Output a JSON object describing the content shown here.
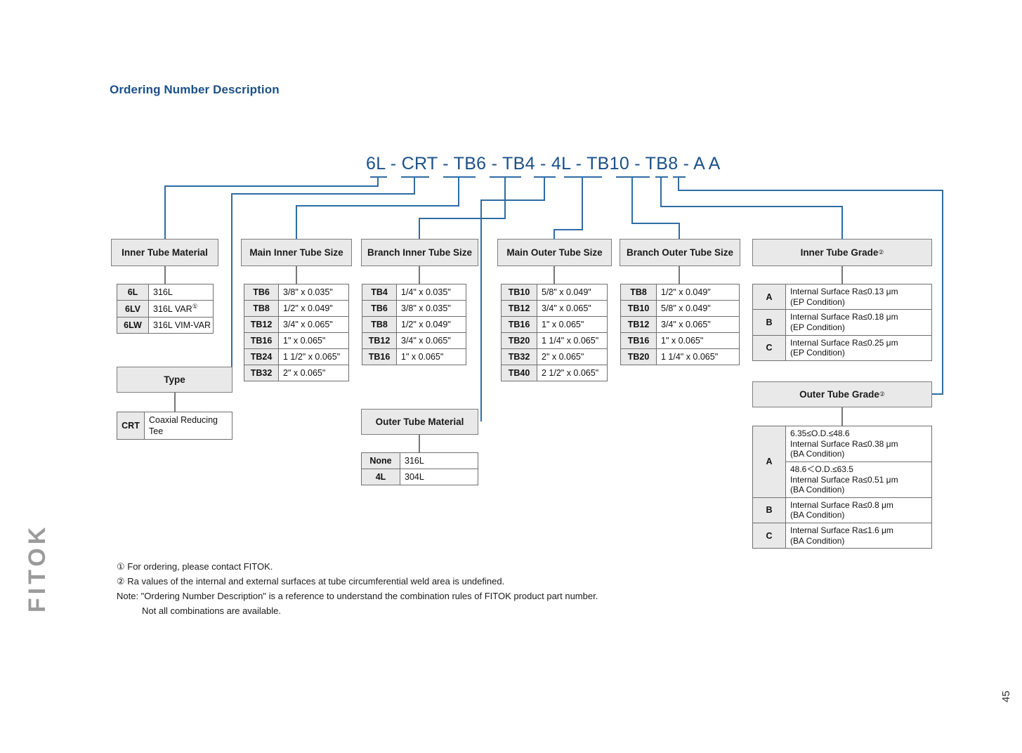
{
  "page": {
    "title": "Ordering Number Description",
    "order_number": "6L - CRT - TB6 - TB4 - 4L - TB10 - TB8 - A A",
    "page_number": "45",
    "brand": "FITOK"
  },
  "groups": {
    "inner_tube_material": {
      "header": "Inner Tube Material",
      "rows": [
        {
          "code": "6L",
          "desc": "316L"
        },
        {
          "code": "6LV",
          "desc": "316L VAR",
          "sup": "①"
        },
        {
          "code": "6LW",
          "desc": "316L VIM-VAR"
        }
      ]
    },
    "type": {
      "header": "Type",
      "rows": [
        {
          "code": "CRT",
          "desc": "Coaxial Reducing Tee"
        }
      ]
    },
    "main_inner_tube_size": {
      "header": "Main Inner Tube Size",
      "rows": [
        {
          "code": "TB6",
          "desc": "3/8\" x 0.035\""
        },
        {
          "code": "TB8",
          "desc": "1/2\" x 0.049\""
        },
        {
          "code": "TB12",
          "desc": "3/4\" x 0.065\""
        },
        {
          "code": "TB16",
          "desc": "1\" x 0.065\""
        },
        {
          "code": "TB24",
          "desc": "1 1/2\" x 0.065\""
        },
        {
          "code": "TB32",
          "desc": "2\" x 0.065\""
        }
      ]
    },
    "branch_inner_tube_size": {
      "header": "Branch Inner Tube Size",
      "rows": [
        {
          "code": "TB4",
          "desc": "1/4\" x 0.035\""
        },
        {
          "code": "TB6",
          "desc": "3/8\" x 0.035\""
        },
        {
          "code": "TB8",
          "desc": "1/2\" x 0.049\""
        },
        {
          "code": "TB12",
          "desc": "3/4\" x 0.065\""
        },
        {
          "code": "TB16",
          "desc": "1\" x 0.065\""
        }
      ]
    },
    "outer_tube_material": {
      "header": "Outer Tube Material",
      "rows": [
        {
          "code": "None",
          "desc": "316L"
        },
        {
          "code": "4L",
          "desc": "304L"
        }
      ]
    },
    "main_outer_tube_size": {
      "header": "Main Outer Tube Size",
      "rows": [
        {
          "code": "TB10",
          "desc": "5/8\" x 0.049\""
        },
        {
          "code": "TB12",
          "desc": "3/4\" x 0.065\""
        },
        {
          "code": "TB16",
          "desc": "1\" x 0.065\""
        },
        {
          "code": "TB20",
          "desc": "1 1/4\" x 0.065\""
        },
        {
          "code": "TB32",
          "desc": "2\" x 0.065\""
        },
        {
          "code": "TB40",
          "desc": "2 1/2\" x 0.065\""
        }
      ]
    },
    "branch_outer_tube_size": {
      "header": "Branch Outer Tube Size",
      "rows": [
        {
          "code": "TB8",
          "desc": "1/2\" x 0.049\""
        },
        {
          "code": "TB10",
          "desc": "5/8\" x 0.049\""
        },
        {
          "code": "TB12",
          "desc": "3/4\" x 0.065\""
        },
        {
          "code": "TB16",
          "desc": "1\" x 0.065\""
        },
        {
          "code": "TB20",
          "desc": "1 1/4\" x 0.065\""
        }
      ]
    },
    "inner_tube_grade": {
      "header": "Inner Tube Grade",
      "header_sup": "②",
      "rows": [
        {
          "code": "A",
          "line1": "Internal Surface Ra≤0.13 μm",
          "line2": "(EP Condition)"
        },
        {
          "code": "B",
          "line1": "Internal Surface Ra≤0.18 μm",
          "line2": "(EP Condition)"
        },
        {
          "code": "C",
          "line1": "Internal Surface Ra≤0.25 μm",
          "line2": "(EP Condition)"
        }
      ]
    },
    "outer_tube_grade": {
      "header": "Outer Tube Grade",
      "header_sup": "②",
      "rows": [
        {
          "code": "A",
          "sub": [
            {
              "line1": "6.35≤O.D.≤48.6",
              "line2": "Internal Surface Ra≤0.38 μm",
              "line3": "(BA Condition)"
            },
            {
              "line1": "48.6＜O.D.≤63.5",
              "line2": "Internal Surface Ra≤0.51 μm",
              "line3": "(BA Condition)"
            }
          ]
        },
        {
          "code": "B",
          "line1": "Internal Surface Ra≤0.8 μm",
          "line2": "(BA Condition)"
        },
        {
          "code": "C",
          "line1": "Internal Surface Ra≤1.6 μm",
          "line2": "(BA Condition)"
        }
      ]
    }
  },
  "notes": {
    "note1": "① For ordering, please contact FITOK.",
    "note2": "② Ra values of the internal and external surfaces at tube circumferential weld area is undefined.",
    "note3": "Note: \"Ordering Number Description\" is a reference to understand the combination rules of FITOK product part number.",
    "note4": "Not all combinations are available."
  },
  "colors": {
    "accent": "#1b5089",
    "connector": "#2e6ca4",
    "header_fill": "#e9e9e9",
    "border": "#6f6f6f",
    "logo": "#9b9b9b"
  }
}
